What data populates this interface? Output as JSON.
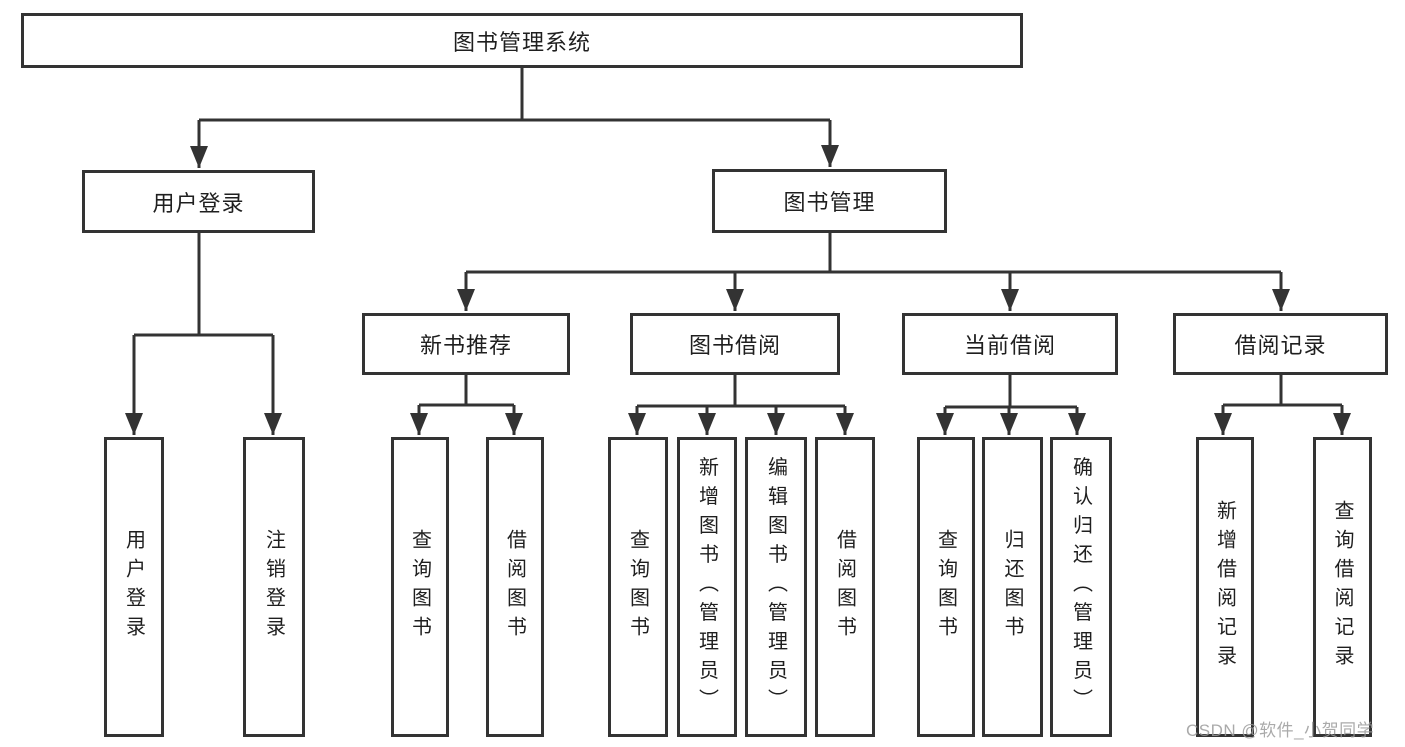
{
  "diagram_type": "functional-structure-tree",
  "nodes": {
    "root": "图书管理系统",
    "user_login": "用户登录",
    "book_management": "图书管理",
    "new_book_recommend": "新书推荐",
    "book_borrowing": "图书借阅",
    "current_borrowing": "当前借阅",
    "borrowing_records": "借阅记录",
    "leaf_user_login": "用户登录",
    "leaf_logout": "注销登录",
    "leaf_nbr_query_books": "查询图书",
    "leaf_nbr_borrow_books": "借阅图书",
    "leaf_bb_query_books": "查询图书",
    "leaf_bb_add_books": "新增图书（管理员）",
    "leaf_bb_edit_books": "编辑图书（管理员）",
    "leaf_bb_borrow_books": "借阅图书",
    "leaf_cb_query_books": "查询图书",
    "leaf_cb_return_books": "归还图书",
    "leaf_cb_confirm_return": "确认归还（管理员）",
    "leaf_br_add_record": "新增借阅记录",
    "leaf_br_query_record": "查询借阅记录"
  },
  "watermark": "CSDN @软件_小贺同学",
  "colors": {
    "line": "#333333",
    "box_border": "#333333",
    "text": "#1f1f1f",
    "background": "#ffffff",
    "watermark": "#9b9b9b"
  }
}
